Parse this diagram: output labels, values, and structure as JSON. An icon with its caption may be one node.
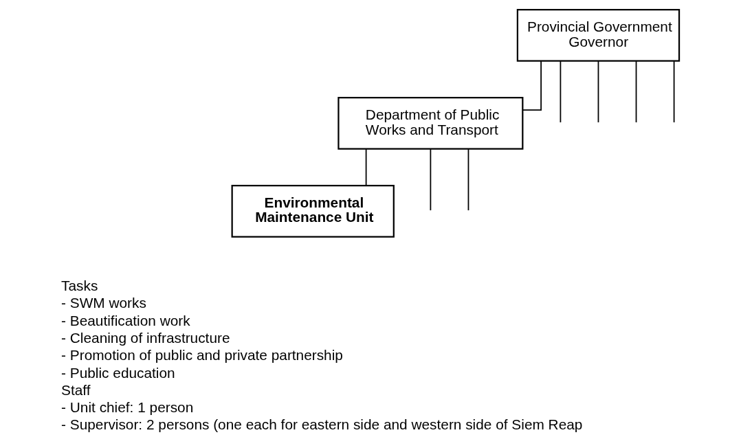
{
  "diagram": {
    "nodes": [
      {
        "text": [
          "Provincial Government Governor"
        ]
      },
      {
        "text": [
          "Department of Public Works and Transport"
        ]
      },
      {
        "text": [
          "Environmental Maintenance Unit"
        ],
        "beside": [
          "Tasks",
          "- SWM works",
          "- Beautification work",
          "- Cleaning of infrastructure",
          "- Promotion of public and private partnership",
          "- Public education",
          "Staff",
          "- Unit chief: 1 person",
          "- Supervisor: 2 persons (one each for eastern side and western side of Siem Reap"
        ]
      }
    ],
    "edges": [
      {
        "from": 0,
        "to": 1,
        "arrow": "none"
      },
      {
        "from": 0,
        "to": null,
        "arrow": "none"
      },
      {
        "from": 0,
        "to": null,
        "arrow": "none"
      },
      {
        "from": 0,
        "to": null,
        "arrow": "none"
      },
      {
        "from": 0,
        "to": null,
        "arrow": "none"
      },
      {
        "from": 1,
        "to": 2,
        "arrow": "none"
      },
      {
        "from": 1,
        "to": null,
        "arrow": "none"
      },
      {
        "from": 1,
        "to": null,
        "arrow": "none"
      }
    ]
  }
}
